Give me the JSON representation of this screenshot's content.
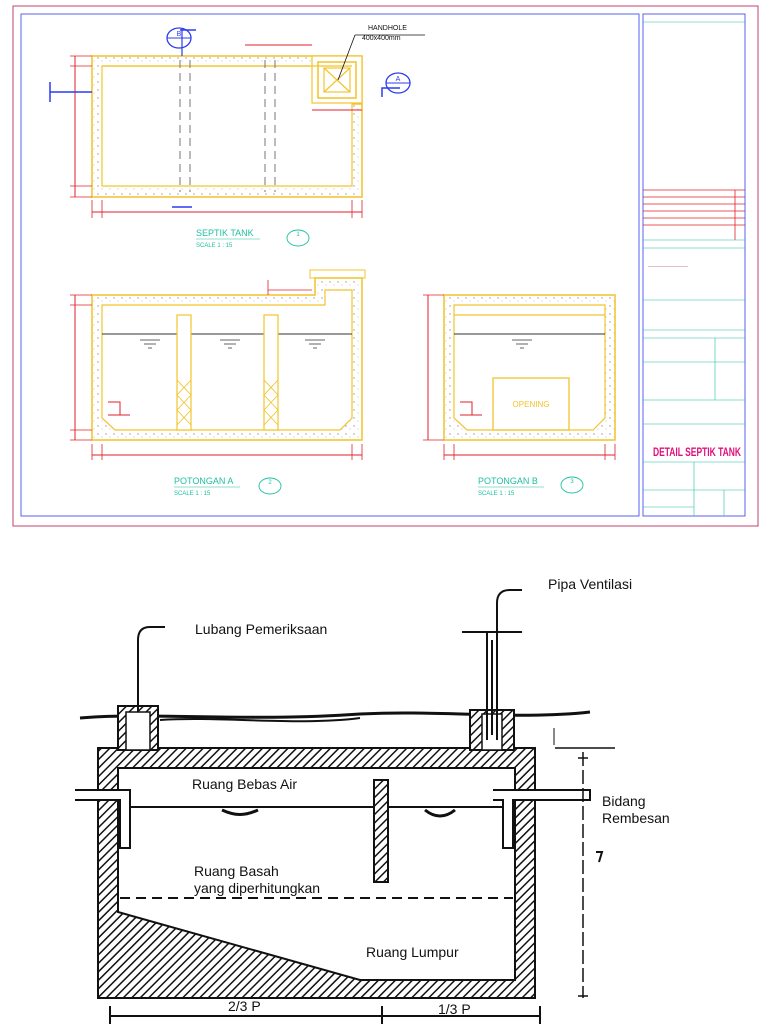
{
  "cad": {
    "handhole_title": "HANDHOLE",
    "handhole_size": "400x400mm",
    "section_marker_a": "A",
    "section_marker_b": "B",
    "plan_title": "SEPTIK TANK",
    "plan_scale": "SCALE  1 : 15",
    "plan_number": "1",
    "section_a_title": "POTONGAN  A",
    "section_a_scale": "SCALE  1 : 15",
    "section_a_number": "2",
    "section_b_title": "POTONGAN  B",
    "section_b_scale": "SCALE  1 : 15",
    "section_b_number": "3",
    "opening_label": "OPENING",
    "titleblock_main_title": "DETAIL SEPTIK TANK",
    "colors": {
      "wall": "#f2c42c",
      "dim": "#e0202a",
      "label": "#20c0a0",
      "marker": "#2c3cf0",
      "frame": "#c04070",
      "title": "#e0107a"
    }
  },
  "sketch": {
    "label_lubang": "Lubang Pemeriksaan",
    "label_pipa": "Pipa Ventilasi",
    "label_bebas_air": "Ruang Bebas Air",
    "label_bidang_1": "Bidang",
    "label_bidang_2": "Rembesan",
    "label_basah_1": "Ruang Basah",
    "label_basah_2": "yang diperhitungkan",
    "label_lumpur": "Ruang Lumpur",
    "label_2_3p": "2/3 P",
    "label_1_3p": "1/3 P"
  }
}
